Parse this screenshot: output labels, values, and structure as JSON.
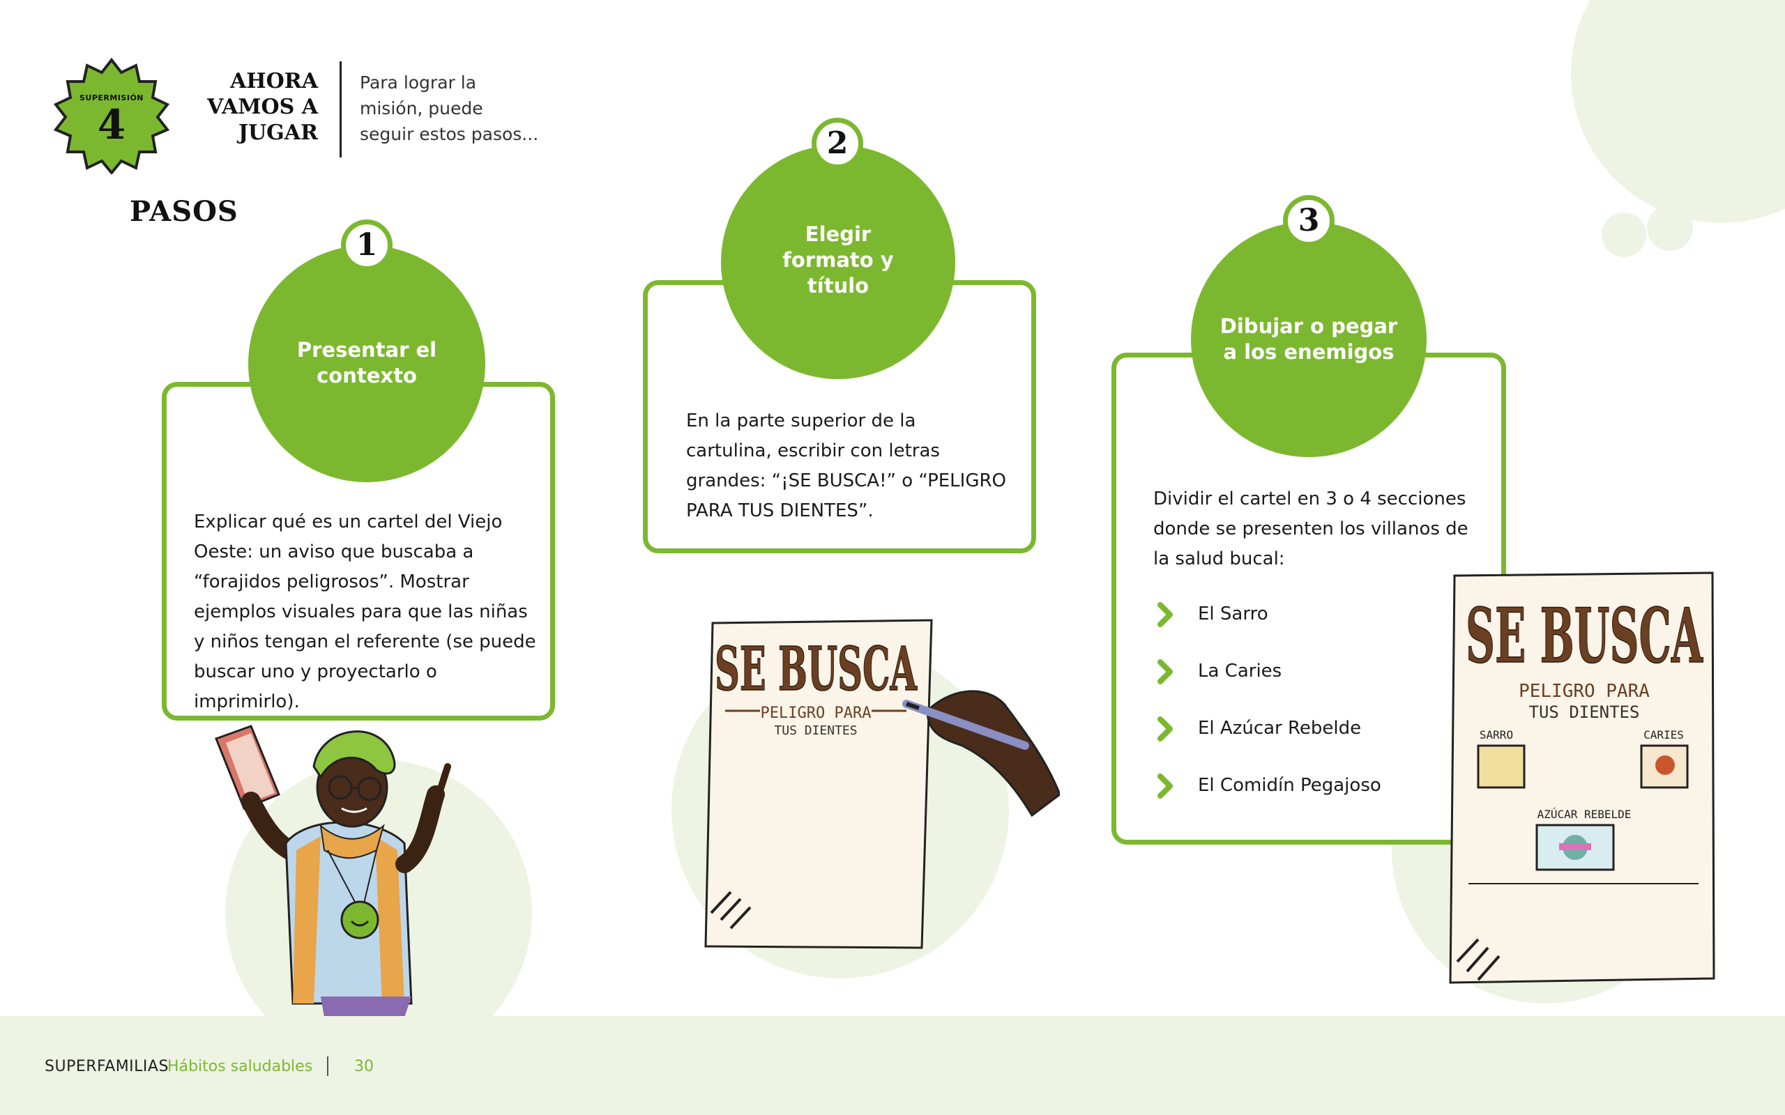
{
  "header": {
    "badge_label": "SUPERMISIÓN",
    "badge_number": "4",
    "title_lines": [
      "AHORA",
      "VAMOS A",
      "JUGAR"
    ],
    "subtitle_lines": [
      "Para lograr la",
      "misión, puede",
      "seguir estos pasos..."
    ]
  },
  "section_title": "PASOS",
  "steps": [
    {
      "number": "1",
      "title_lines": [
        "Presentar el",
        "contexto"
      ],
      "text_lines": [
        "Explicar qué es un cartel del Viejo",
        "Oeste: un aviso que buscaba a",
        "“forajidos peligrosos”. Mostrar",
        "ejemplos visuales para que las niñas",
        "y niños tengan el referente (se puede",
        "buscar uno y proyectarlo o imprimirlo)."
      ]
    },
    {
      "number": "2",
      "title_lines": [
        "Elegir",
        "formato y",
        "título"
      ],
      "text_lines": [
        "En la parte superior de la",
        "cartulina, escribir con letras",
        "grandes: “¡SE BUSCA!” o “PELIGRO",
        "PARA TUS DIENTES”."
      ]
    },
    {
      "number": "3",
      "title_lines": [
        "Dibujar o pegar",
        "a los enemigos"
      ],
      "text_lines": [
        "Dividir el cartel en 3 o 4 secciones",
        "donde se presenten los villanos de",
        "la salud bucal:"
      ],
      "villains": [
        "El Sarro",
        "La Caries",
        "El Azúcar Rebelde",
        "El Comidín Pegajoso"
      ]
    }
  ],
  "posters": {
    "title": "SE BUSCA",
    "subtitle_lines": [
      "PELIGRO PARA",
      "TUS DIENTES"
    ],
    "sections": [
      "SARRO",
      "CARIES",
      "AZÚCAR REBELDE"
    ]
  },
  "footer": {
    "brand": "SUPERFAMILIAS",
    "subtitle": "Hábitos saludables",
    "page": "30"
  },
  "colors": {
    "accent": "#7cb82f",
    "pale": "#eef4e4",
    "poster_brown": "#6b3f22",
    "paper": "#fbf4e8"
  }
}
